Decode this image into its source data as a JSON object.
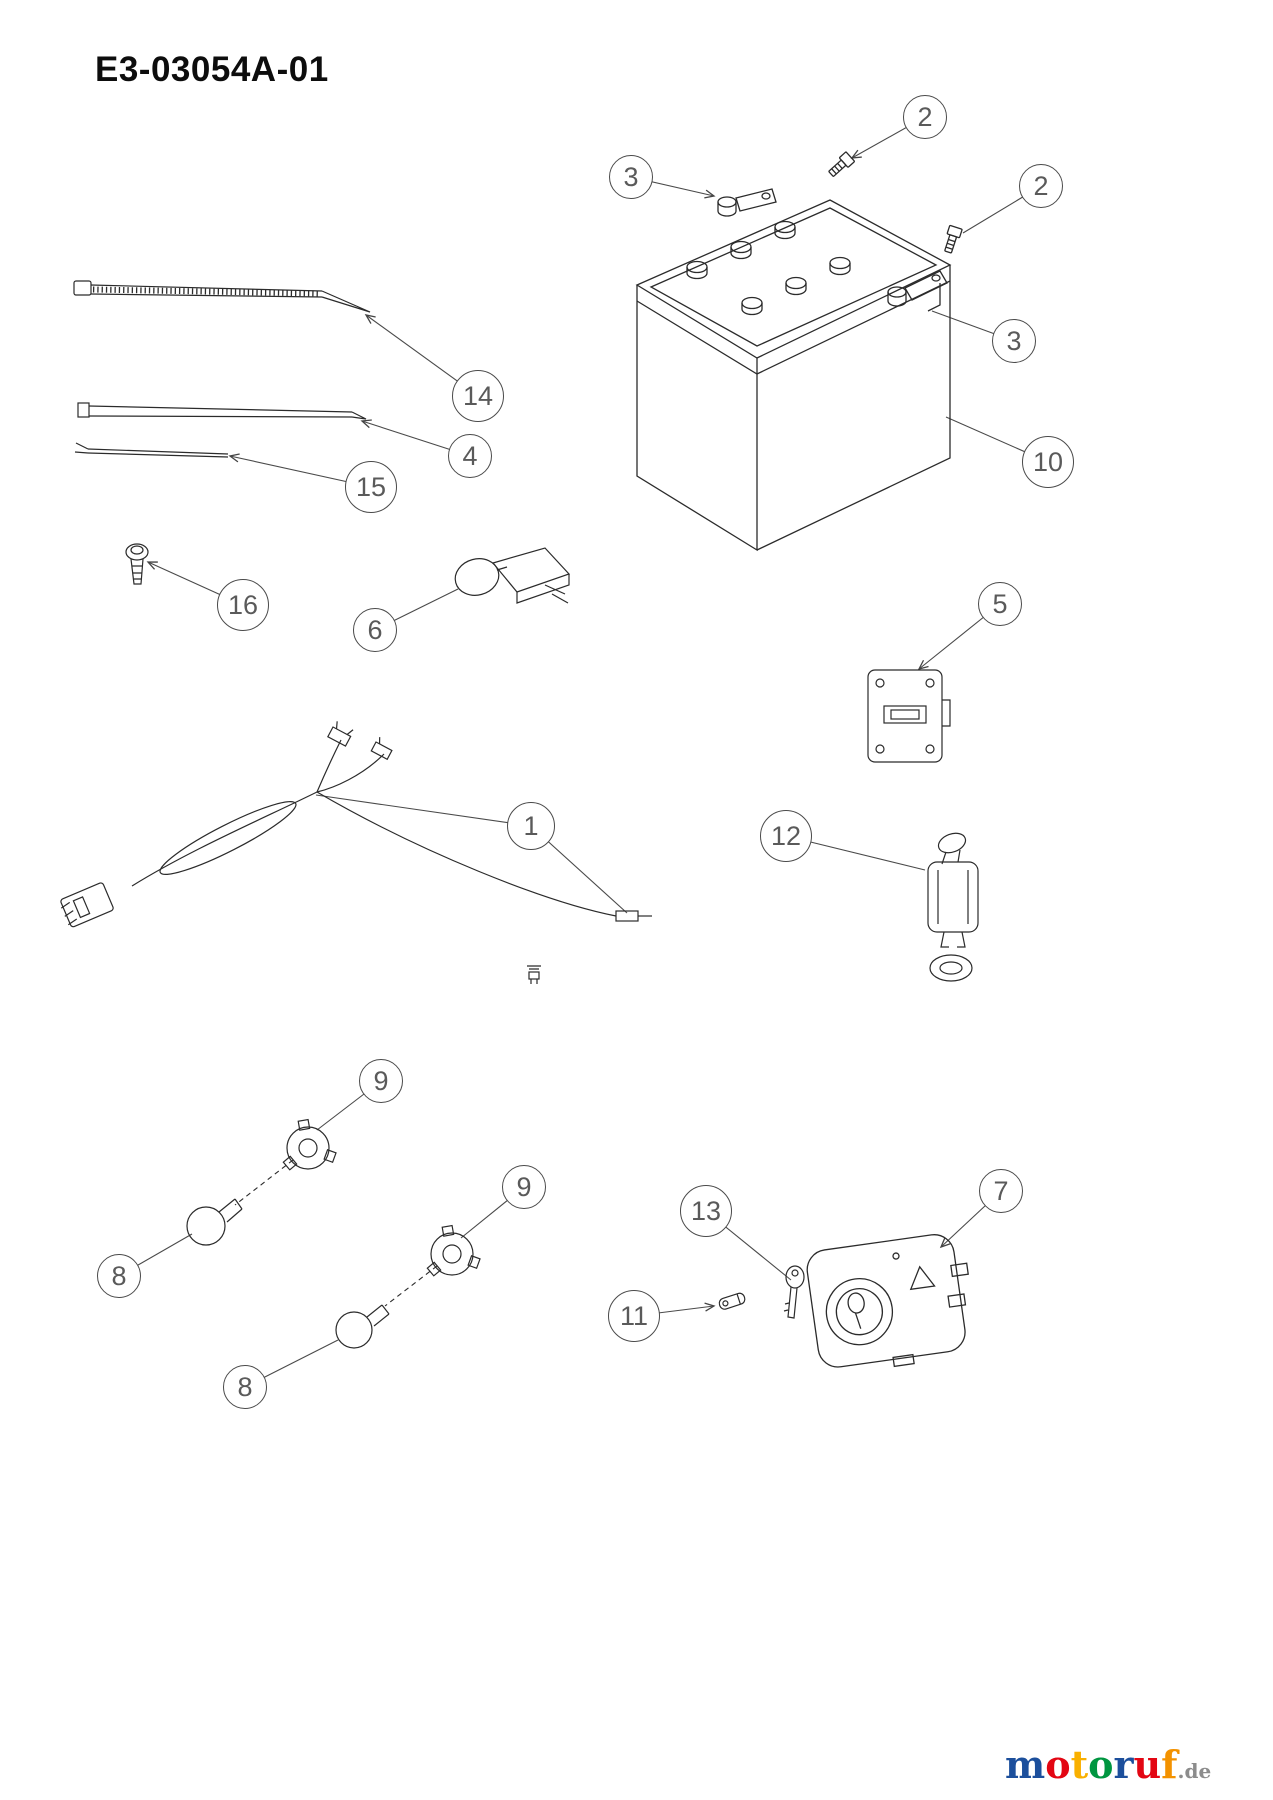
{
  "page": {
    "title": "E3-03054A-01"
  },
  "callouts": [
    {
      "label": "2"
    },
    {
      "label": "2"
    },
    {
      "label": "3"
    },
    {
      "label": "3"
    },
    {
      "label": "10"
    },
    {
      "label": "14"
    },
    {
      "label": "4"
    },
    {
      "label": "15"
    },
    {
      "label": "16"
    },
    {
      "label": "6"
    },
    {
      "label": "5"
    },
    {
      "label": "1"
    },
    {
      "label": "12"
    },
    {
      "label": "9"
    },
    {
      "label": "9"
    },
    {
      "label": "8"
    },
    {
      "label": "8"
    },
    {
      "label": "13"
    },
    {
      "label": "7"
    },
    {
      "label": "11"
    }
  ],
  "logo": {
    "letters": [
      {
        "char": "m",
        "color": "#1c4f9c"
      },
      {
        "char": "o",
        "color": "#e30613"
      },
      {
        "char": "t",
        "color": "#f9b000"
      },
      {
        "char": "o",
        "color": "#009640"
      },
      {
        "char": "r",
        "color": "#1c4f9c"
      },
      {
        "char": "u",
        "color": "#e30613"
      },
      {
        "char": "f",
        "color": "#f39200"
      }
    ],
    "suffix": ".de",
    "suffix_color": "#8c8c8c"
  }
}
